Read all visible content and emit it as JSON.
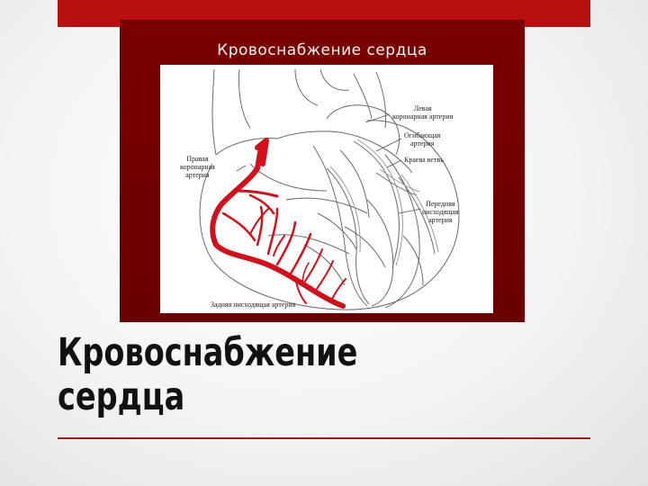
{
  "slide": {
    "title_lines": [
      "Кровоснабжение",
      "сердца"
    ]
  },
  "figure": {
    "title": "Кровоснабжение сердца",
    "labels": {
      "left_coronary": [
        "Левая",
        "коронарная артерия"
      ],
      "circumflex": [
        "Огибающая",
        "артерия"
      ],
      "marginal": [
        "Краева ветвь"
      ],
      "right_coronary": [
        "Правая",
        "коронарная",
        "артерия"
      ],
      "anterior_descending": [
        "Передняя",
        "нисходящая",
        "артерия"
      ],
      "posterior_descending": [
        "Задняя нисходящая артерия"
      ]
    }
  },
  "colors": {
    "accent": "#b80f0f",
    "frame": "#700000",
    "artery": "#d0101a"
  }
}
